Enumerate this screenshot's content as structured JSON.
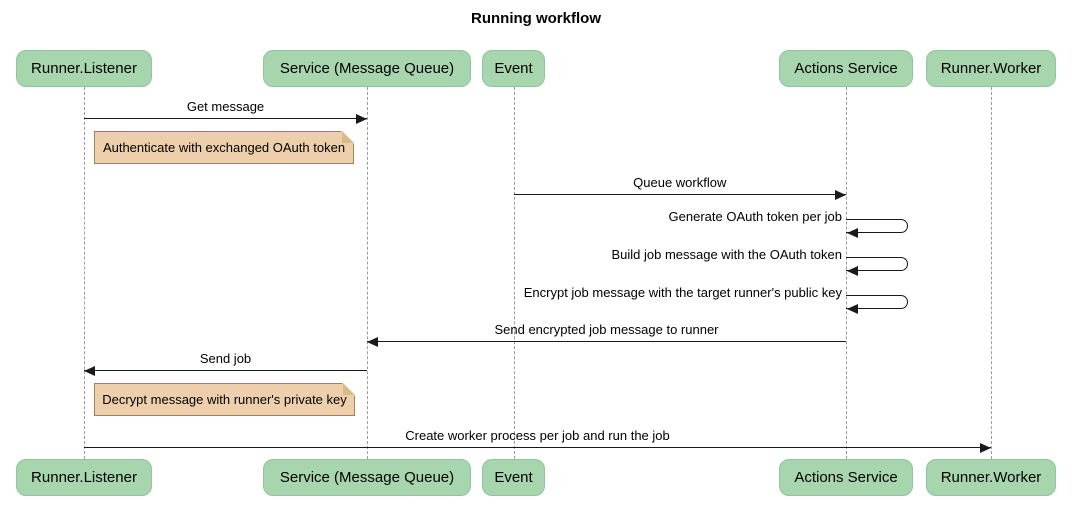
{
  "title": "Running workflow",
  "colors": {
    "background": "#ffffff",
    "actor_fill": "#a6d5ae",
    "actor_border": "#90c59b",
    "note_fill": "#edcfac",
    "note_border": "#a58250",
    "note_fold": "#d9ba8e",
    "line": "#1a1a1a",
    "lifeline": "#9b9b9b"
  },
  "actors": [
    {
      "id": "runner-listener",
      "label": "Runner.Listener"
    },
    {
      "id": "service-mq",
      "label": "Service (Message Queue)"
    },
    {
      "id": "event",
      "label": "Event"
    },
    {
      "id": "actions-service",
      "label": "Actions Service"
    },
    {
      "id": "runner-worker",
      "label": "Runner.Worker"
    }
  ],
  "messages": [
    {
      "type": "arrow",
      "text": "Get message",
      "from": "runner-listener",
      "to": "service-mq"
    },
    {
      "type": "note",
      "text": "Authenticate with exchanged OAuth token",
      "over": "runner-listener"
    },
    {
      "type": "arrow",
      "text": "Queue workflow",
      "from": "event",
      "to": "actions-service"
    },
    {
      "type": "self",
      "text": "Generate OAuth token per job",
      "on": "actions-service"
    },
    {
      "type": "self",
      "text": "Build job message with the OAuth token",
      "on": "actions-service"
    },
    {
      "type": "self",
      "text": "Encrypt job message with the target runner's public key",
      "on": "actions-service"
    },
    {
      "type": "arrow",
      "text": "Send encrypted job message to runner",
      "from": "actions-service",
      "to": "service-mq"
    },
    {
      "type": "arrow",
      "text": "Send job",
      "from": "service-mq",
      "to": "runner-listener"
    },
    {
      "type": "note",
      "text": "Decrypt message with runner's private key",
      "over": "runner-listener"
    },
    {
      "type": "arrow",
      "text": "Create worker process per job and run the job",
      "from": "runner-listener",
      "to": "runner-worker"
    }
  ]
}
